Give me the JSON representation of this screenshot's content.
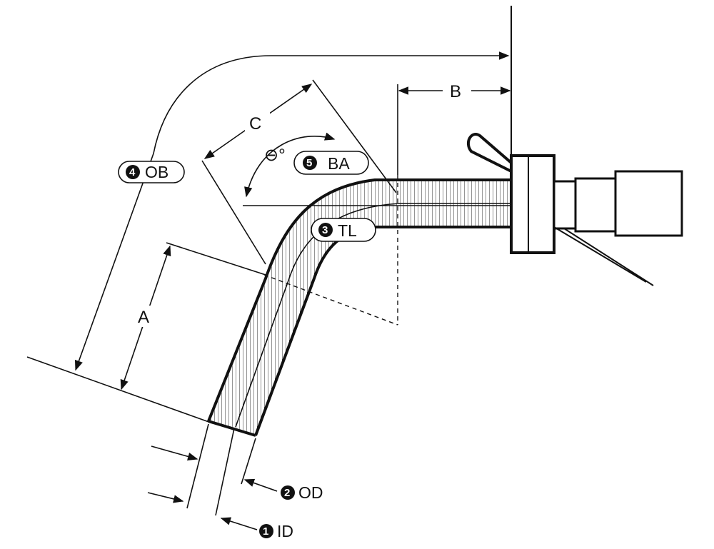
{
  "dimensions": {
    "A": "A",
    "B": "B",
    "C": "C",
    "theta": "⊖°"
  },
  "callouts": {
    "id": {
      "number": "1",
      "label": "ID"
    },
    "od": {
      "number": "2",
      "label": "OD"
    },
    "tl": {
      "number": "3",
      "label": "TL"
    },
    "ob": {
      "number": "4",
      "label": "OB"
    },
    "ba": {
      "number": "5",
      "label": "BA"
    }
  },
  "colors": {
    "ink": "#111111",
    "background": "#ffffff"
  }
}
